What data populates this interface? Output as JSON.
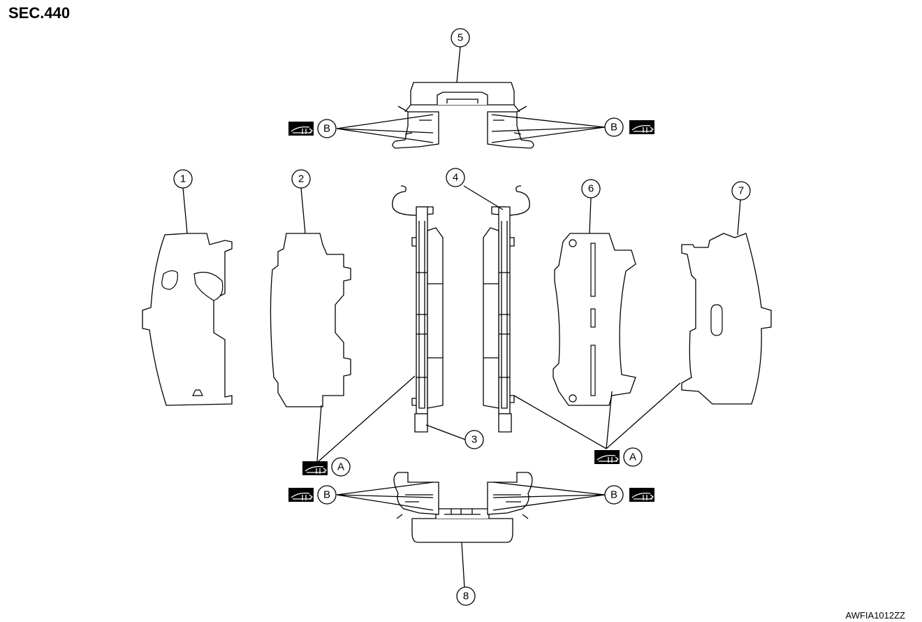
{
  "header": {
    "section": "SEC.440"
  },
  "footer": {
    "figure_code": "AWFIA1012ZZ"
  },
  "callouts": {
    "c1": "1",
    "c2": "2",
    "c3": "3",
    "c4": "4",
    "c5": "5",
    "c6": "6",
    "c7": "7",
    "c8": "8",
    "grease_a": "A",
    "grease_b": "B"
  },
  "colors": {
    "line": "#000000",
    "background": "#ffffff"
  },
  "icons": {
    "lubricant": "grease-symbol-icon"
  }
}
